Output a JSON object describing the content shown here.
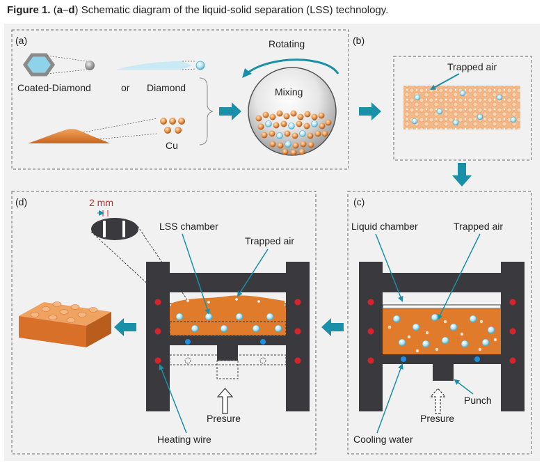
{
  "caption": {
    "label": "Figure 1.",
    "open": "(",
    "a": "a",
    "dash": "–",
    "d": "d",
    "rest": ") Schematic diagram of the liquid-solid separation (LSS) technology."
  },
  "panels": {
    "a": {
      "letter": "(a)",
      "coated_diamond": "Coated-Diamond",
      "or": "or",
      "diamond": "Diamond",
      "cu": "Cu",
      "rotating": "Rotating",
      "mixing": "Mixing"
    },
    "b": {
      "letter": "(b)",
      "trapped_air": "Trapped air"
    },
    "c": {
      "letter": "(c)",
      "liquid_chamber": "Liquid chamber",
      "trapped_air": "Trapped air",
      "punch": "Punch",
      "presure": "Presure",
      "cooling_water": "Cooling water"
    },
    "d": {
      "letter": "(d)",
      "scale": "2 mm",
      "lss_chamber": "LSS chamber",
      "trapped_air": "Trapped air",
      "presure": "Presure",
      "heating_wire": "Heating wire"
    }
  },
  "colors": {
    "copper": "#e07b2c",
    "diamond": "#8fd3ea",
    "arrow": "#1a8fa8",
    "frame": "#3a3a3e",
    "heating": "#d9232a",
    "cooling": "#1c8fe0",
    "scale": "#d9232a"
  }
}
